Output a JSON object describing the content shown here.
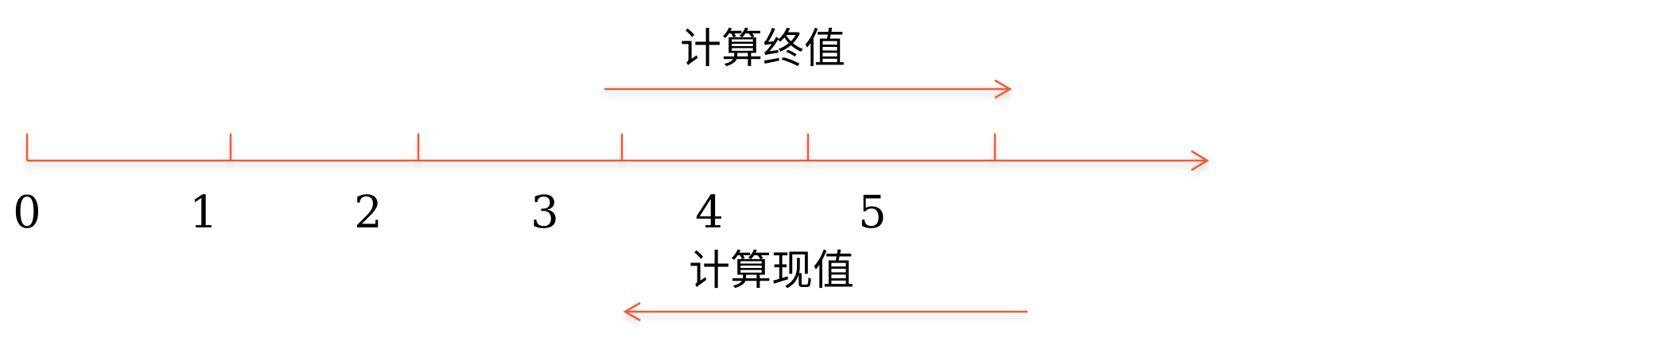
{
  "colors": {
    "line": "#f05a3a",
    "text": "#000000"
  },
  "top_arrow": {
    "label": "计算终值",
    "direction": "right"
  },
  "bottom_arrow": {
    "label": "计算现值",
    "direction": "left"
  },
  "timeline": {
    "tick_labels": [
      "0",
      "1",
      "2",
      "3",
      "4",
      "5"
    ]
  }
}
